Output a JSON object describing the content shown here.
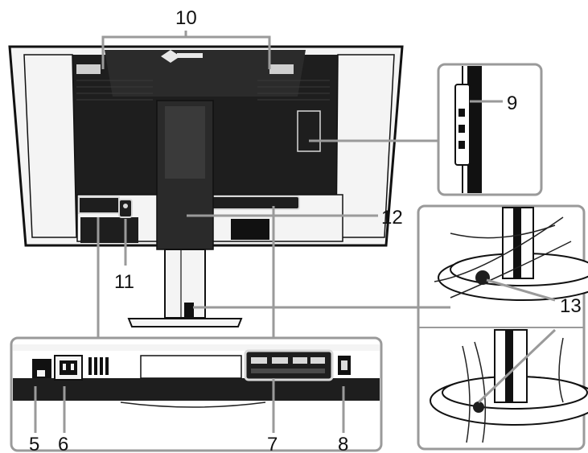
{
  "callouts": {
    "n5": "5",
    "n6": "6",
    "n7": "7",
    "n8": "8",
    "n9": "9",
    "n10": "10",
    "n11": "11",
    "n12": "12",
    "n13": "13"
  },
  "colors": {
    "monitor_body": "#1e1e1e",
    "highlight": "#d9d9d9",
    "panel_border": "#9a9a9a",
    "stand": "#2a2a2a"
  }
}
